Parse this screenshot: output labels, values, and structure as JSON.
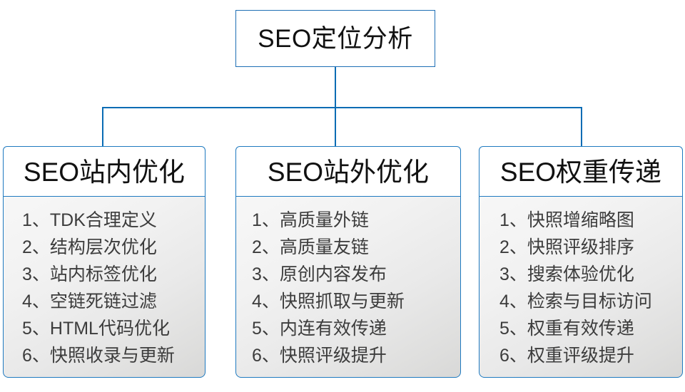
{
  "diagram": {
    "root": {
      "label": "SEO定位分析"
    },
    "branches": [
      {
        "title": "SEO站内优化",
        "items": [
          {
            "index": "1、",
            "text": "TDK合理定义"
          },
          {
            "index": "2、",
            "text": "结构层次优化"
          },
          {
            "index": "3、",
            "text": "站内标签优化"
          },
          {
            "index": "4、",
            "text": "空链死链过滤"
          },
          {
            "index": "5、",
            "text": "HTML代码优化"
          },
          {
            "index": "6、",
            "text": "快照收录与更新"
          }
        ]
      },
      {
        "title": "SEO站外优化",
        "items": [
          {
            "index": "1、",
            "text": "高质量外链"
          },
          {
            "index": "2、",
            "text": "高质量友链"
          },
          {
            "index": "3、",
            "text": "原创内容发布"
          },
          {
            "index": "4、",
            "text": "快照抓取与更新"
          },
          {
            "index": "5、",
            "text": "内连有效传递"
          },
          {
            "index": "6、",
            "text": "快照评级提升"
          }
        ]
      },
      {
        "title": "SEO权重传递",
        "items": [
          {
            "index": "1、",
            "text": "快照增缩略图"
          },
          {
            "index": "2、",
            "text": "快照评级排序"
          },
          {
            "index": "3、",
            "text": "搜索体验优化"
          },
          {
            "index": "4、",
            "text": "检索与目标访问"
          },
          {
            "index": "5、",
            "text": "权重有效传递"
          },
          {
            "index": "6、",
            "text": "权重评级提升"
          }
        ]
      }
    ],
    "colors": {
      "border_blue": "#1f7ac0",
      "connector_blue": "#0a6cb4",
      "text_dark": "#111111",
      "text_body": "#3c3c3c",
      "panel_fill_light": "#f7f7f7",
      "panel_fill_dark": "#d8d8d7"
    }
  }
}
